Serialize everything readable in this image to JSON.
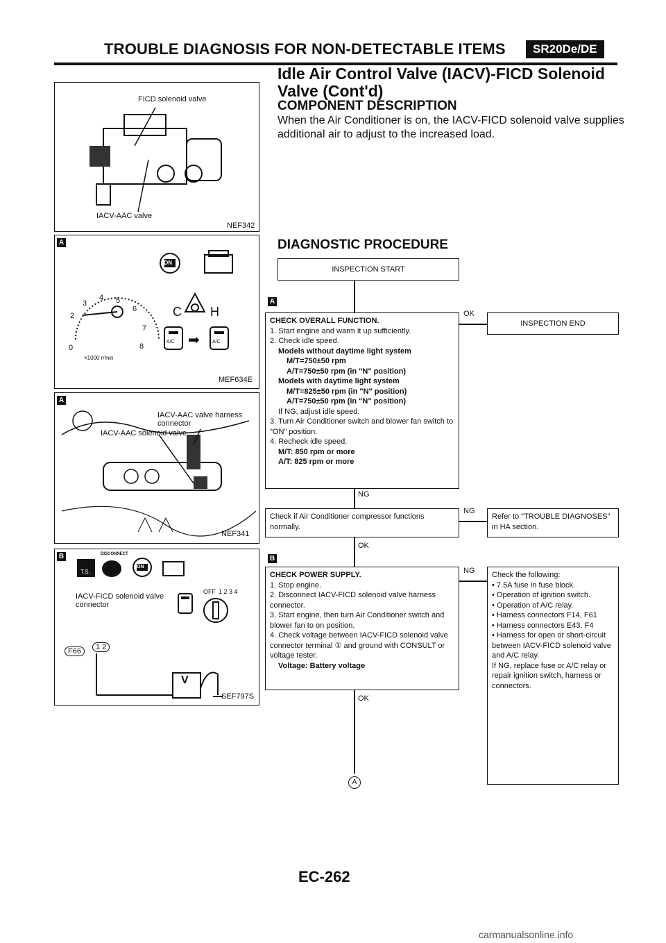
{
  "header": {
    "title": "TROUBLE DIAGNOSIS FOR NON-DETECTABLE ITEMS",
    "badge": "SR20De/DE"
  },
  "section": {
    "title_line1": "Idle Air Control Valve (IACV)-FICD Solenoid",
    "title_line2": "Valve (Cont'd)",
    "component_heading": "COMPONENT DESCRIPTION",
    "component_text": "When the Air Conditioner is on, the IACV-FICD solenoid valve supplies additional air to adjust to the increased load.",
    "diag_heading": "DIAGNOSTIC PROCEDURE"
  },
  "figures": {
    "fig1": {
      "label_top": "FICD solenoid valve",
      "label_bottom": "IACV-AAC valve",
      "code": "NEF342"
    },
    "fig2": {
      "marker": "A",
      "code": "MEF634E",
      "scale": "×1000 r/min",
      "gauge_nums": [
        "0",
        "2",
        "3",
        "4",
        "5",
        "6",
        "7",
        "8"
      ],
      "ch": "C",
      "h": "H",
      "ac": "A/C",
      "on": "ON"
    },
    "fig3": {
      "marker": "A",
      "harness": "IACV-AAC valve harness connector",
      "solenoid": "IACV-AAC solenoid valve",
      "code": "NEF341"
    },
    "fig4": {
      "marker": "B",
      "disconnect": "DISCONNECT",
      "ts": "T.S.",
      "connector": "IACV-FICD solenoid valve connector",
      "f66": "F66",
      "terminal": "1 2",
      "off": "OFF",
      "switch_nums": "1 2 3 4",
      "v": "V",
      "code": "SEF797S",
      "on": "ON"
    }
  },
  "flow": {
    "start": "INSPECTION START",
    "end": "INSPECTION END",
    "marker_a": "A",
    "marker_b": "B",
    "ok": "OK",
    "ng": "NG",
    "step1": {
      "title": "CHECK OVERALL FUNCTION.",
      "items": [
        "1. Start engine and warm it up sufficiently.",
        "2. Check idle speed."
      ],
      "models1": "Models without daytime light system",
      "mt1": "M/T=750±50 rpm",
      "at1": "A/T=750±50 rpm (in \"N\" position)",
      "models2": "Models with daytime light system",
      "mt2": "M/T=825±50 rpm (in \"N\" position)",
      "at2": "A/T=750±50 rpm (in \"N\" position)",
      "ifng": "If NG, adjust idle speed.",
      "item3": "3. Turn Air Conditioner switch and blower fan switch to \"ON\" position.",
      "item4": "4. Recheck idle speed.",
      "mt3": "M/T: 850 rpm or more",
      "at3": "A/T: 825 rpm or more"
    },
    "step2": "Check if Air Conditioner compressor functions normally.",
    "refer": "Refer to \"TROUBLE DIAGNOSES\" in HA section.",
    "step3": {
      "title": "CHECK POWER SUPPLY.",
      "item1": "1. Stop engine.",
      "item2": "2. Disconnect IACV-FICD solenoid valve harness connector.",
      "item3": "3. Start engine, then turn Air Conditioner switch and blower fan to on position.",
      "item4": "4. Check voltage between IACV-FICD solenoid valve connector terminal ① and ground with CONSULT or voltage tester.",
      "voltage": "Voltage: Battery voltage"
    },
    "checks": {
      "title": "Check the following:",
      "bullets": [
        "7.5A fuse in fuse block.",
        "Operation of ignition switch.",
        "Operation of A/C relay.",
        "Harness connectors F14, F61",
        "Harness connectors E43, F4",
        "Harness for open or short-circuit between IACV-FICD solenoid valve and A/C relay."
      ],
      "footer": "If NG, replace fuse or A/C relay or repair ignition switch, harness or connectors."
    },
    "terminal_a": "A"
  },
  "footer": {
    "page": "EC-262",
    "watermark": "carmanualsonline.info"
  }
}
